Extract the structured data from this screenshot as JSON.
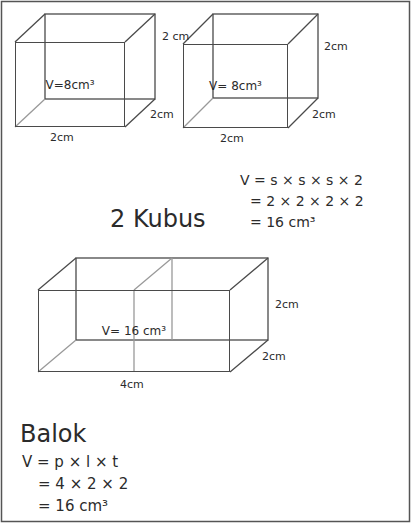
{
  "diagram": {
    "nodes": [
      {
        "text": [
          "V=8cm³"
        ]
      },
      {
        "text": [
          "V= 8cm³"
        ]
      },
      {
        "text": [
          "V= 16 cm³"
        ]
      }
    ],
    "labels": [
      "2 cm",
      "2cm",
      "2cm",
      "2cm",
      "2cm",
      "2cm",
      "2 Kubus",
      "V = s × s × s × 2",
      "= 2 × 2 × 2 × 2",
      "= 16 cm³",
      "2cm",
      "2cm",
      "4cm",
      "Balok",
      "V = p × l × t",
      "= 4 × 2 × 2",
      "= 16 cm³"
    ]
  }
}
